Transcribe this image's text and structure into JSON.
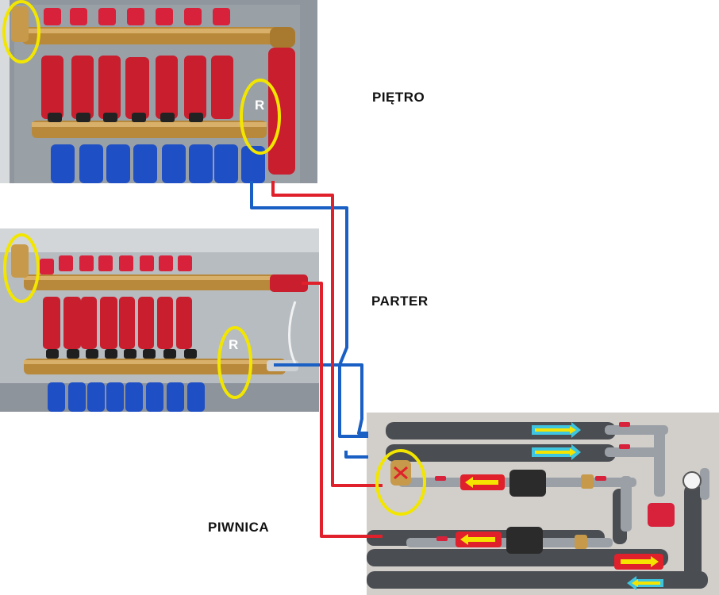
{
  "floors": {
    "top": "PIĘTRO",
    "middle": "PARTER",
    "basement": "PIWNICA"
  },
  "markers": {
    "return_top": "R",
    "return_middle": "R"
  },
  "colors": {
    "supply_line": "#e0202a",
    "return_line": "#1a5fc4",
    "highlight_ring": "#f2e600",
    "pipe_insulation_red": "#c81e2e",
    "pipe_insulation_blue": "#1f4fc4",
    "brass": "#b8893a",
    "flow_arrow_yellow": "#f5e400",
    "flow_arrow_cyan": "#3ec6e0"
  }
}
